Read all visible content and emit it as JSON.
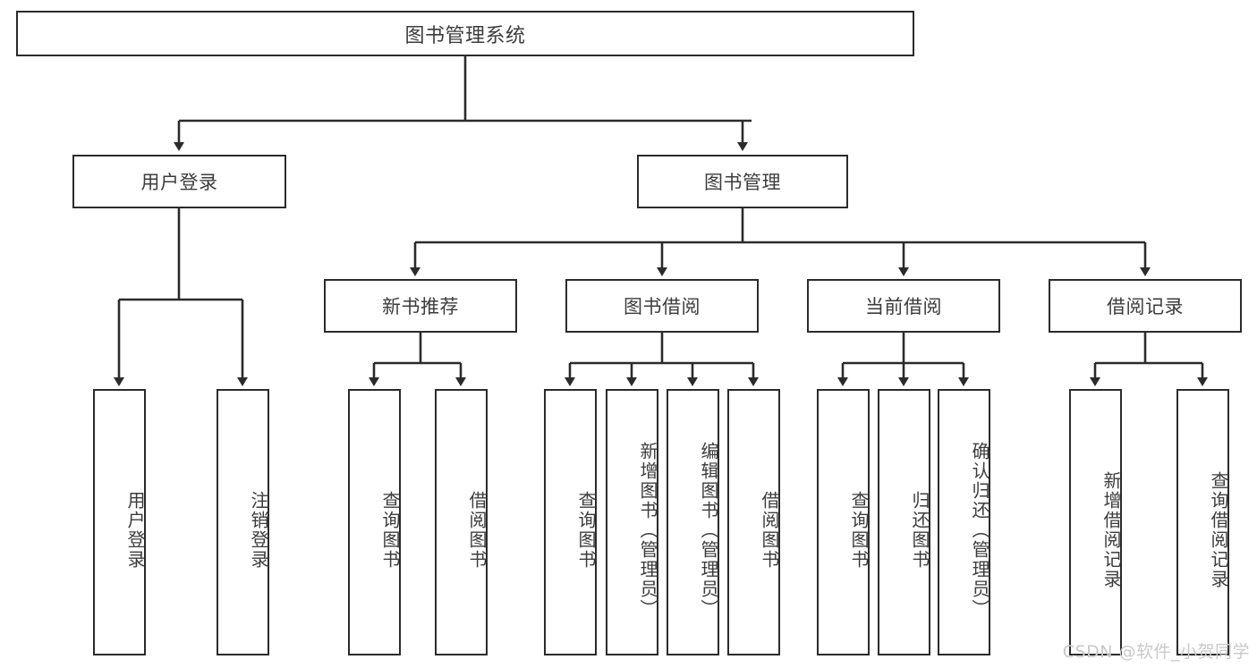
{
  "diagram": {
    "title": "图书管理系统",
    "type": "tree",
    "root": {
      "id": "root",
      "label": "图书管理系统"
    },
    "level2": [
      {
        "id": "user-login",
        "label": "用户登录"
      },
      {
        "id": "book-management",
        "label": "图书管理"
      }
    ],
    "level3": [
      {
        "id": "new-book-recommend",
        "label": "新书推荐",
        "parent": "book-management"
      },
      {
        "id": "book-borrow",
        "label": "图书借阅",
        "parent": "book-management"
      },
      {
        "id": "current-borrow",
        "label": "当前借阅",
        "parent": "book-management"
      },
      {
        "id": "borrow-record",
        "label": "借阅记录",
        "parent": "book-management"
      }
    ],
    "leaves": [
      {
        "id": "leaf-user-login",
        "label": "用户登录",
        "parent": "user-login"
      },
      {
        "id": "leaf-logout-login",
        "label": "注销登录",
        "parent": "user-login"
      },
      {
        "id": "leaf-query-book-1",
        "label": "查询图书",
        "parent": "new-book-recommend"
      },
      {
        "id": "leaf-borrow-book-1",
        "label": "借阅图书",
        "parent": "new-book-recommend"
      },
      {
        "id": "leaf-query-book-2",
        "label": "查询图书",
        "parent": "book-borrow"
      },
      {
        "id": "leaf-add-book",
        "label": "新增图书（管理员）",
        "parent": "book-borrow"
      },
      {
        "id": "leaf-edit-book",
        "label": "编辑图书（管理员）",
        "parent": "book-borrow"
      },
      {
        "id": "leaf-borrow-book-2",
        "label": "借阅图书",
        "parent": "book-borrow"
      },
      {
        "id": "leaf-query-book-3",
        "label": "查询图书",
        "parent": "current-borrow"
      },
      {
        "id": "leaf-return-book",
        "label": "归还图书",
        "parent": "current-borrow"
      },
      {
        "id": "leaf-confirm-return",
        "label": "确认归还（管理员）",
        "parent": "current-borrow"
      },
      {
        "id": "leaf-add-record",
        "label": "新增借阅记录",
        "parent": "borrow-record"
      },
      {
        "id": "leaf-query-record",
        "label": "查询借阅记录",
        "parent": "borrow-record"
      }
    ],
    "colors": {
      "border": "#2b2b2b",
      "text": "#3c3c3c",
      "background": "#ffffff",
      "connector": "#2b2b2b",
      "watermark": "#c9c9c9"
    }
  },
  "watermark": {
    "text": "CSDN @软件_小贺同学"
  }
}
